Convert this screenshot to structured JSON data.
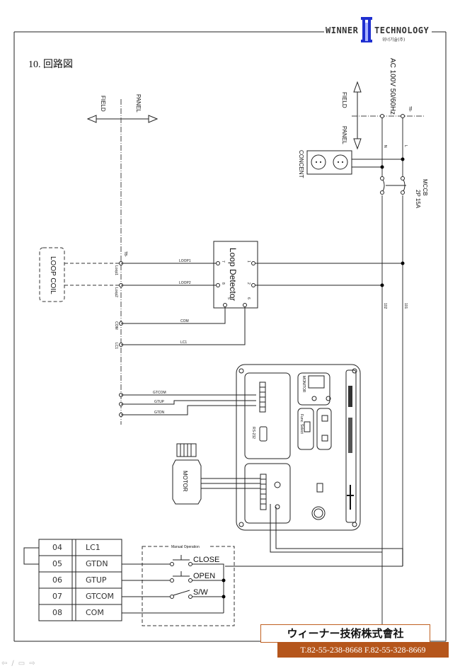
{
  "header": {
    "logo_left": "WINNER",
    "logo_right": "TECHNOLOGY",
    "logo_sub": "위너기술(주)",
    "brand_color": "#1f2fd0"
  },
  "section_title": "10. 回路図",
  "diagram": {
    "direction_labels": {
      "field": "FIELD",
      "panel": "PANEL"
    },
    "power": {
      "supply": "AC 100V 50/60Hz",
      "terminal": "TB-",
      "line_labels": [
        "N",
        "L"
      ],
      "outlet_label": "CONCENT",
      "breaker_label": "MCCB",
      "breaker_rating": "2P 15A",
      "wire_labels": [
        "102",
        "101"
      ]
    },
    "loop_coil_label": "LOOP COIL",
    "terminal_block_label": "TB-",
    "field_terminals": [
      "Loop1",
      "Loop2",
      "COM",
      "LC1"
    ],
    "wires": [
      "LOOP1",
      "LOOP2",
      "COM",
      "LC1",
      "GTCOM",
      "GTUP",
      "GTDN"
    ],
    "loop_detector": {
      "title": "Loop Detector",
      "pins": [
        "1",
        "2",
        "5",
        "6",
        "7",
        "8"
      ]
    },
    "motor_label": "MOTOR",
    "controller": {
      "monitor_label": "MONITOR",
      "comm_label": "RS-232",
      "func_label": "Func. Select"
    }
  },
  "terminal_table": {
    "rows": [
      {
        "num": "04",
        "name": "LC1"
      },
      {
        "num": "05",
        "name": "GTDN"
      },
      {
        "num": "06",
        "name": "GTUP"
      },
      {
        "num": "07",
        "name": "GTCOM"
      },
      {
        "num": "08",
        "name": "COM"
      }
    ]
  },
  "manual_operation": {
    "title": "Manual Operation",
    "switches": [
      "CLOSE",
      "OPEN",
      "S/W"
    ]
  },
  "footer": {
    "company": "ウィーナー技術株式會社",
    "contact": "T.82-55-238-8668 F.82-55-328-8669",
    "accent_color": "#b5561c"
  },
  "nav_icons": [
    "back-arrow-icon",
    "pen-icon",
    "slide-icon",
    "forward-arrow-icon"
  ]
}
